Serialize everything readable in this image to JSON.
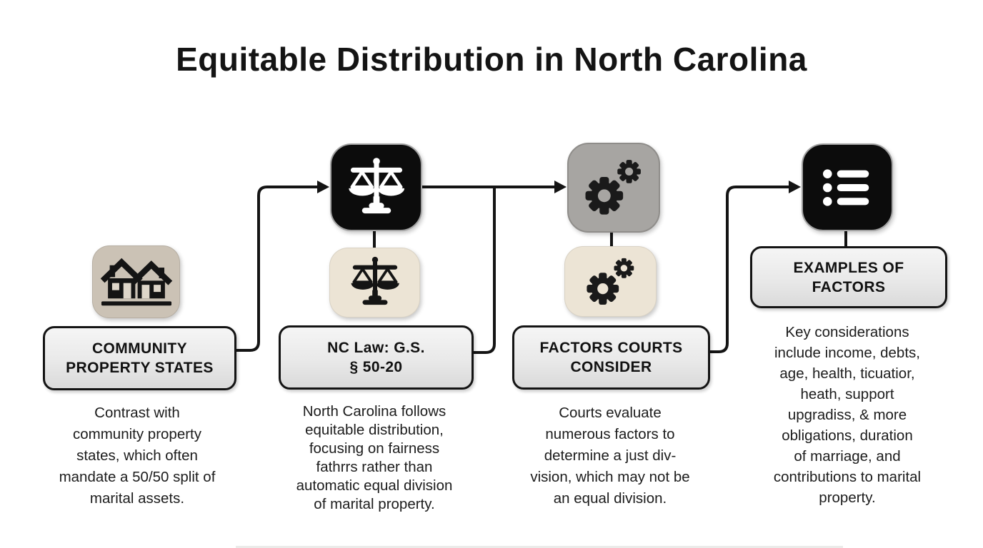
{
  "page": {
    "title": "Equitable Distribution in North Carolina",
    "background": "#ffffff"
  },
  "colors": {
    "ink": "#141414",
    "tile_black": "#0c0c0c",
    "tile_gray": "#a7a5a2",
    "tile_beige": "#ece4d5",
    "tile_taupe": "#cbc2b5",
    "box_border": "#141414",
    "box_fill_top": "#f5f5f5",
    "box_fill_bottom": "#dadada"
  },
  "columns": [
    {
      "id": "community-property",
      "icon": "houses-icon",
      "heading": "COMMUNITY\nPROPERTY STATES",
      "body": "Contrast with\ncommunity property\nstates, which often\nmandate a 50/50 split of\nmarital assets."
    },
    {
      "id": "nc-law",
      "icon_top": "scales-icon",
      "icon_sub": "scales-icon",
      "heading": "NC Law: G.S.\n§ 50-20",
      "body": "North Carolina follows\nequitable distribution,\nfocusing on fairness\nfathrrs rather than\nautomatic equal division\nof marital property."
    },
    {
      "id": "factors-courts",
      "icon_top": "gears-icon",
      "icon_sub": "gears-icon",
      "heading": "FACTORS COURTS\nCONSIDER",
      "body": "Courts evaluate\nnumerous factors to\ndetermine a just div-\nvision, which may not be\nan equal division."
    },
    {
      "id": "examples-of-factors",
      "icon_top": "list-icon",
      "heading": "EXAMPLES OF\nFACTORS",
      "body": "Key considerations\ninclude income, debts,\nage, health, ticuatior,\nheath, support\nupgradiss, & more\nobligations, duration\nof marriage, and\ncontributions to marital\nproperty."
    }
  ]
}
